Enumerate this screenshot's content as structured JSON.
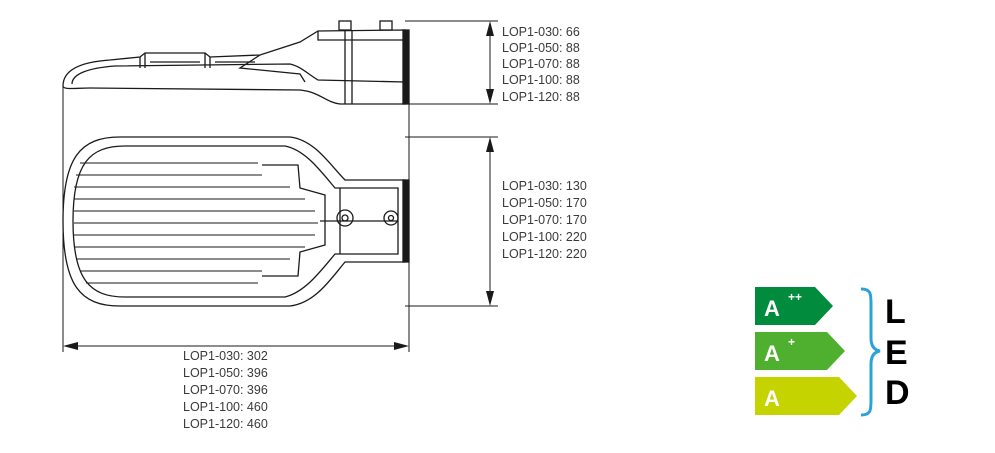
{
  "height_dims": [
    "LOP1-030: 66",
    "LOP1-050: 88",
    "LOP1-070: 88",
    "LOP1-100: 88",
    "LOP1-120: 88"
  ],
  "width_dims": [
    "LOP1-030: 130",
    "LOP1-050: 170",
    "LOP1-070: 170",
    "LOP1-100: 220",
    "LOP1-120: 220"
  ],
  "length_dims": [
    "LOP1-030: 302",
    "LOP1-050: 396",
    "LOP1-070: 396",
    "LOP1-100: 460",
    "LOP1-120: 460"
  ],
  "energy_classes": [
    {
      "letter": "A",
      "sup": "++",
      "color": "#008c3c"
    },
    {
      "letter": "A",
      "sup": "+",
      "color": "#4faf2f"
    },
    {
      "letter": "A",
      "sup": "",
      "color": "#c5d300"
    }
  ],
  "led_letters": [
    "L",
    "E",
    "D"
  ],
  "brace_color": "#2ba3d9",
  "line_color": "#1a1a1a"
}
